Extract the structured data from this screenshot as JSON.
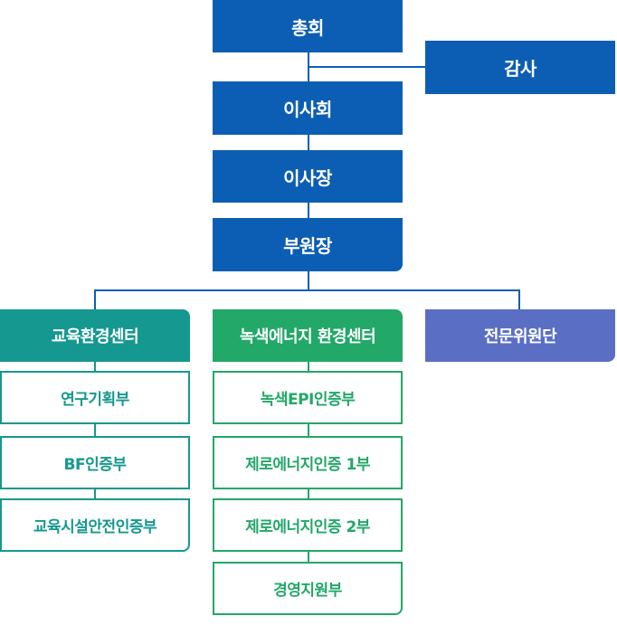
{
  "top": {
    "general_meeting": "총회",
    "audit": "감사",
    "board": "이사회",
    "chairman": "이사장",
    "vice_president": "부원장"
  },
  "departments": [
    {
      "name": "교육환경센터",
      "units": [
        "연구기획부",
        "BF인증부",
        "교육시설안전인증부"
      ]
    },
    {
      "name": "녹색에너지 환경센터",
      "units": [
        "녹색EPI인증부",
        "제로에너지인증 1부",
        "제로에너지인증 2부",
        "경영지원부"
      ]
    },
    {
      "name": "전문위원단",
      "units": []
    }
  ],
  "colors": {
    "navy": "#0c5eb4",
    "teal": "#15988f",
    "green": "#22a868",
    "purple": "#5a6fc4"
  }
}
